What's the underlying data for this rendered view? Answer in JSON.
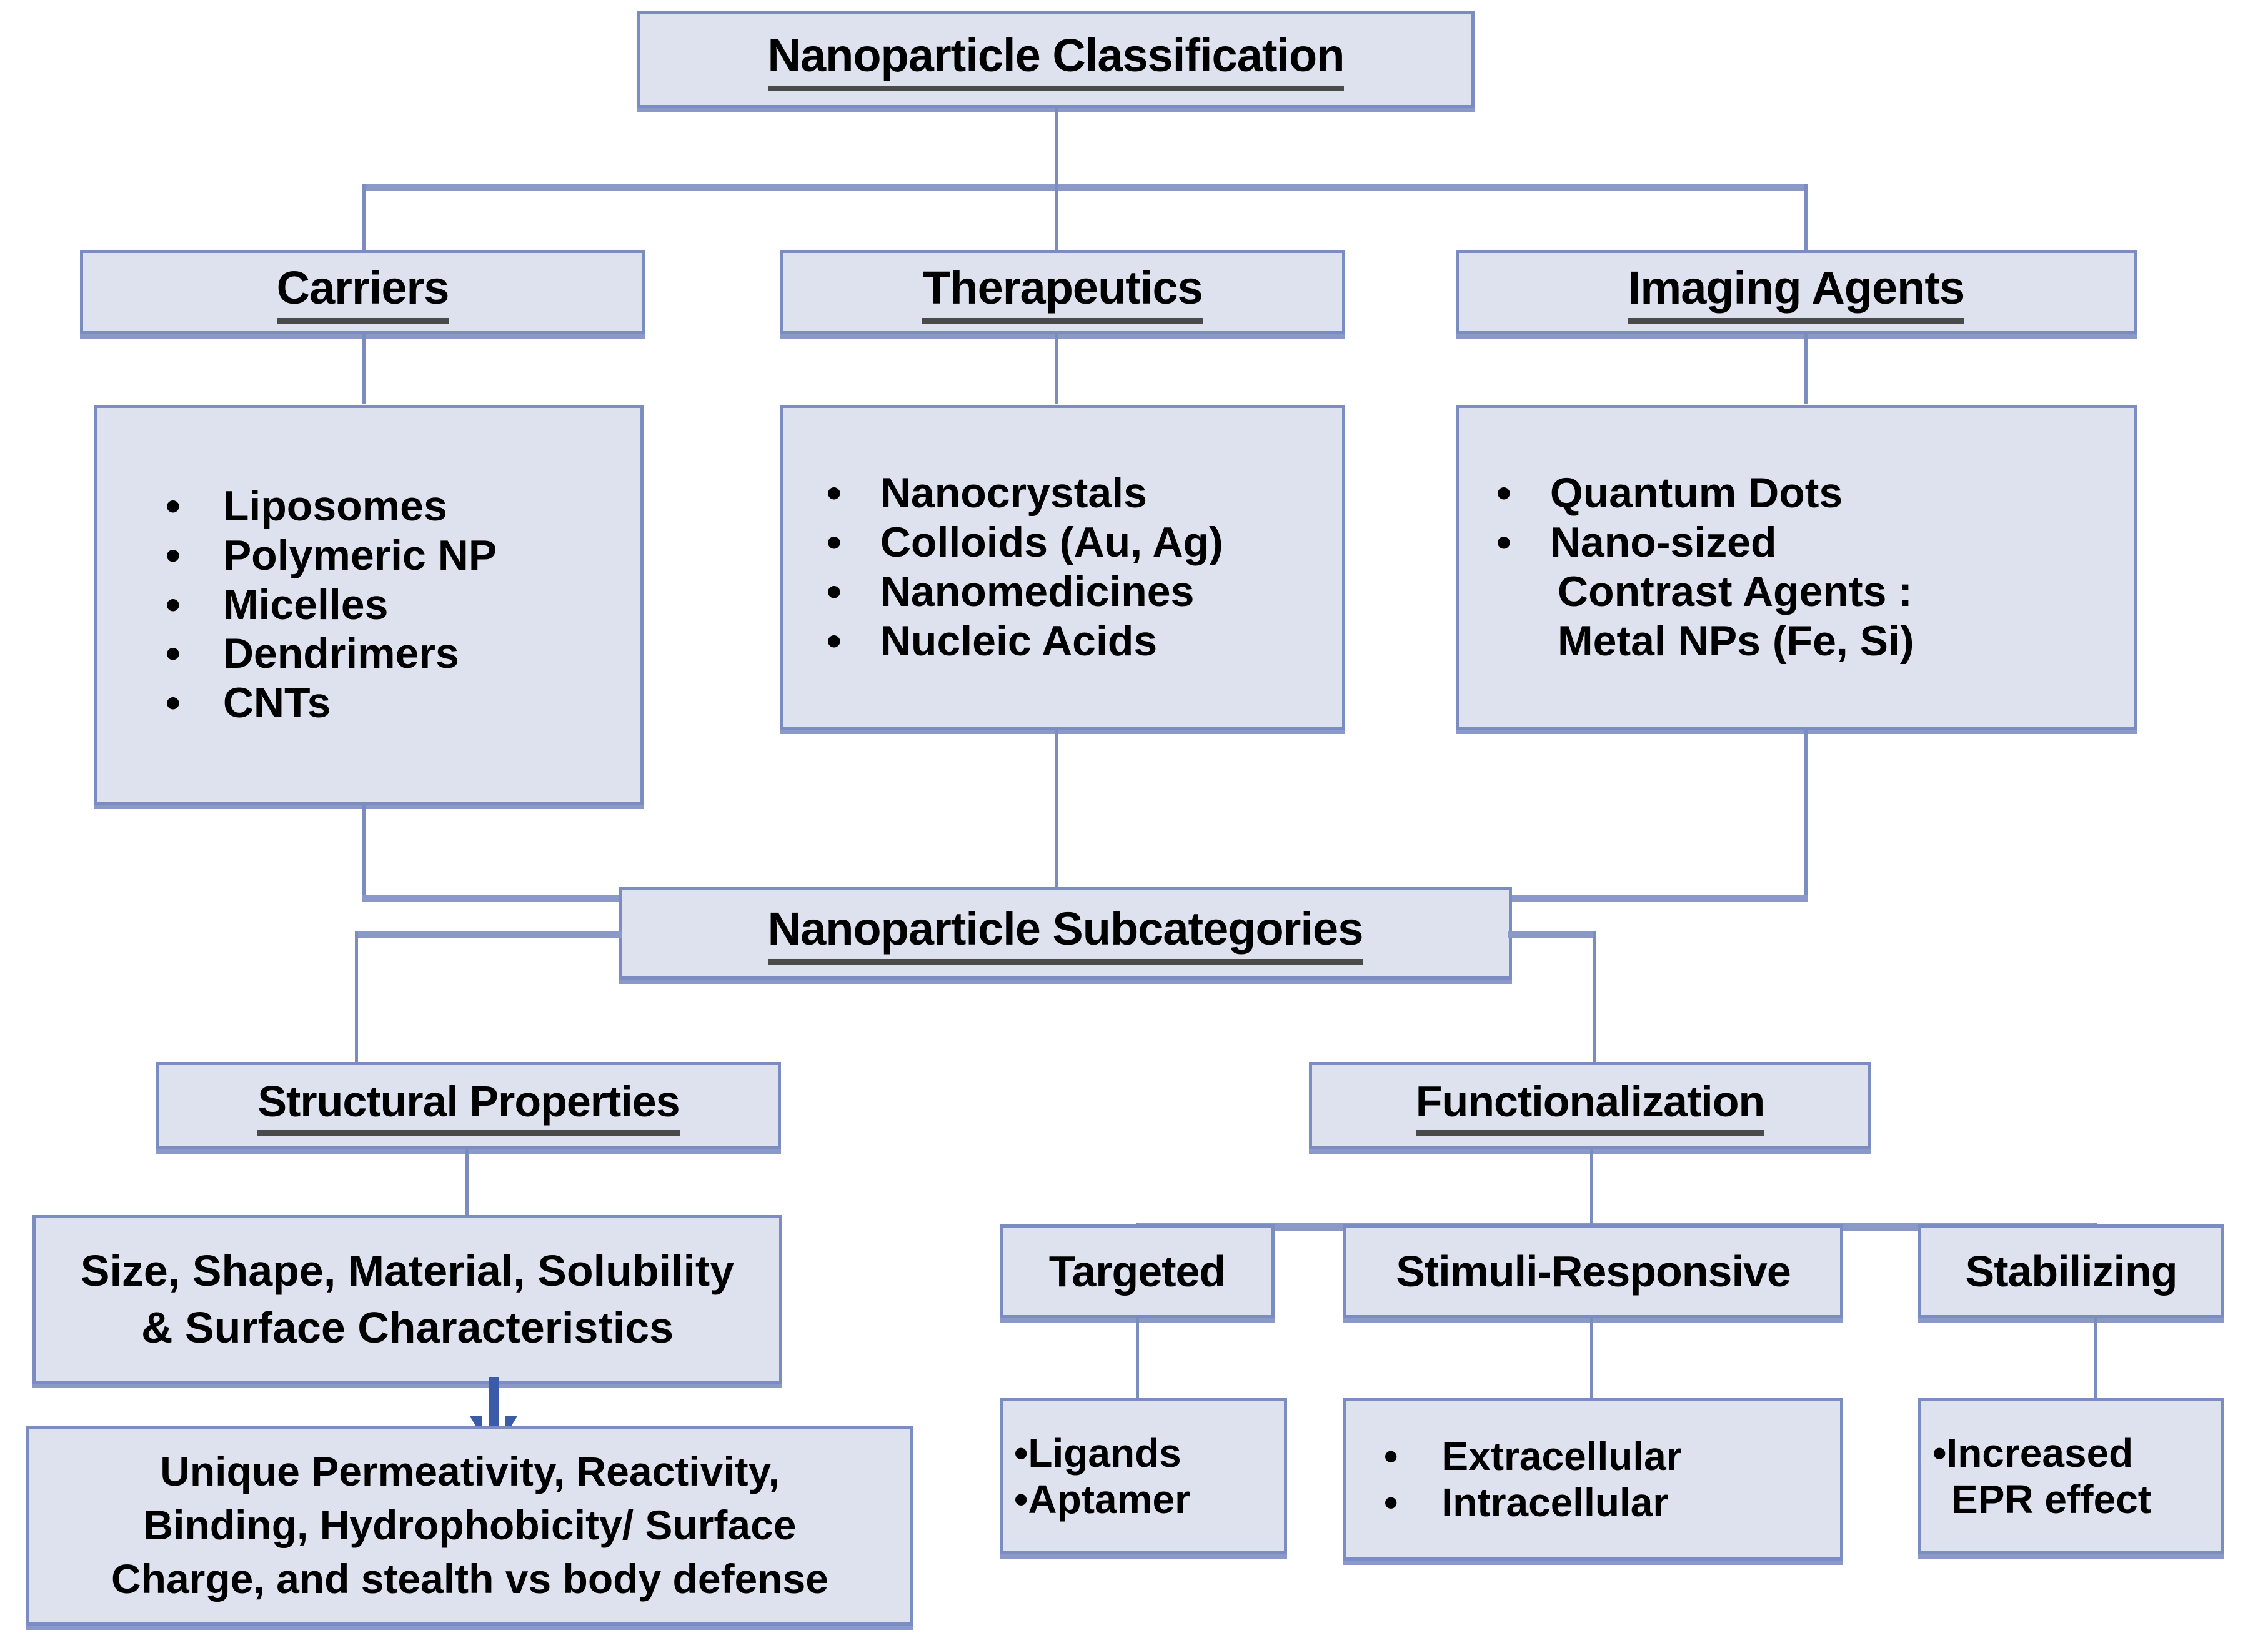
{
  "diagram": {
    "title": "Nanoparticle  Classification",
    "subcategories_title": "Nanoparticle  Subcategories",
    "colors": {
      "box_fill": "#dde2ee",
      "box_border": "#7b8cc0",
      "connector": "#7b8cc0",
      "arrow": "#3b5aa8",
      "text": "#000000",
      "underline": "#4a4a4a",
      "background": "#ffffff"
    },
    "level1": {
      "carriers": {
        "header": "Carriers",
        "items": [
          "Liposomes",
          "Polymeric NP",
          "Micelles",
          "Dendrimers",
          "CNTs"
        ]
      },
      "therapeutics": {
        "header": "Therapeutics",
        "items": [
          "Nanocrystals",
          "Colloids (Au, Ag)",
          "Nanomedicines",
          "Nucleic Acids"
        ]
      },
      "imaging_agents": {
        "header": "Imaging Agents",
        "items": [
          "Quantum Dots",
          "Nano-sized"
        ],
        "continuation": [
          "Contrast Agents :",
          "Metal NPs (Fe, Si)"
        ]
      }
    },
    "level2": {
      "structural_properties": {
        "header": "Structural Properties",
        "detail_line1": "Size, Shape, Material, Solubility",
        "detail_line2": "& Surface Characteristics",
        "outcome_line1": "Unique Permeativity, Reactivity,",
        "outcome_line2": "Binding,  Hydrophobicity/ Surface",
        "outcome_line3": "Charge, and stealth vs body defense"
      },
      "functionalization": {
        "header": "Functionalization",
        "children": [
          {
            "header": "Targeted",
            "items": [
              "Ligands",
              "Aptamer"
            ]
          },
          {
            "header": "Stimuli-Responsive",
            "items": [
              "Extracellular",
              "Intracellular"
            ]
          },
          {
            "header": "Stabilizing",
            "items": [
              "Increased",
              "EPR effect"
            ]
          }
        ]
      }
    },
    "bullet_glyph": "•"
  }
}
